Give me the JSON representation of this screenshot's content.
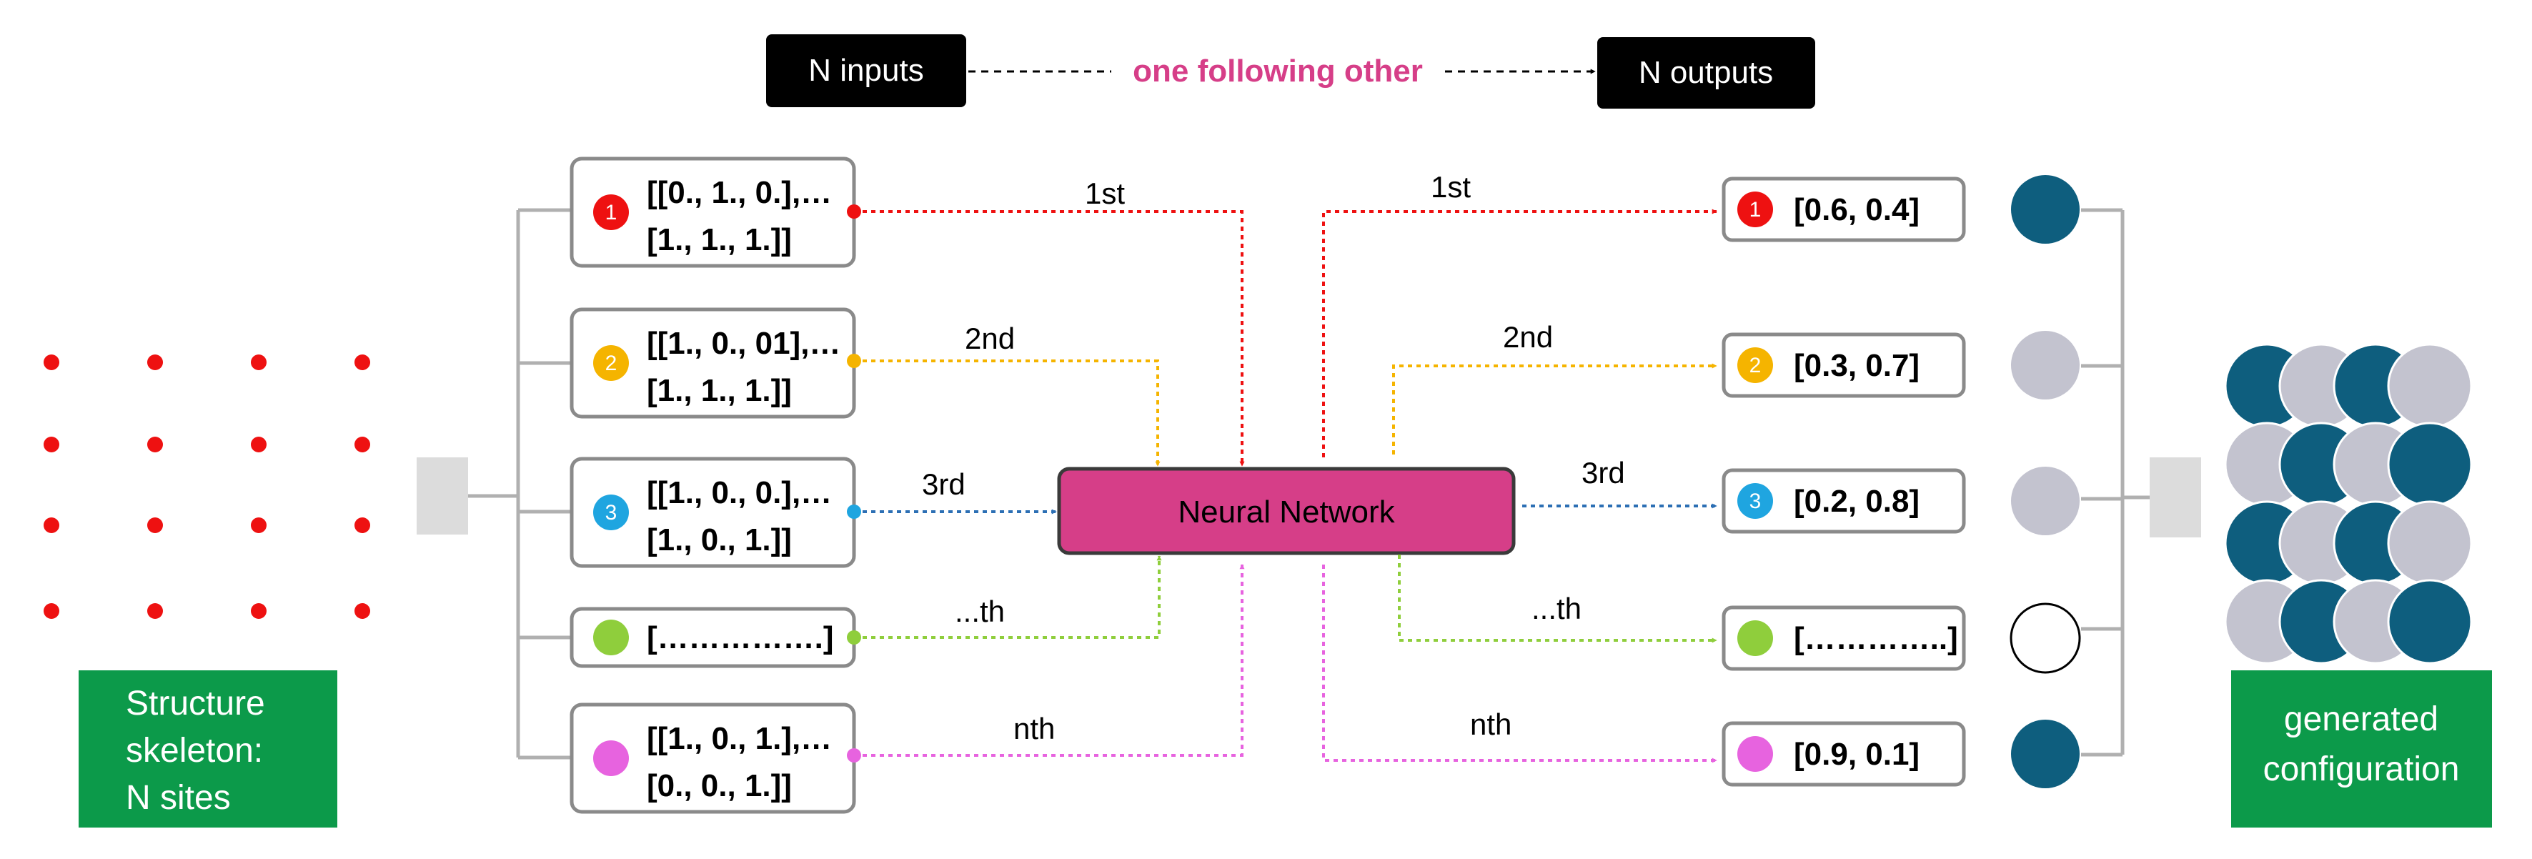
{
  "header": {
    "inputs_label": "N inputs",
    "middle_label": "one following other",
    "outputs_label": "N outputs"
  },
  "network_label": "Neural Network",
  "left_caption": [
    "Structure",
    "skeleton:",
    "N sites"
  ],
  "right_caption": [
    "generated",
    "configuration"
  ],
  "inputs": [
    {
      "marker": "1",
      "lines": [
        "[[0., 1., 0.],…",
        "[1., 1., 1.]]"
      ],
      "order": "1st",
      "color": "#ee1111"
    },
    {
      "marker": "2",
      "lines": [
        "[[1., 0., 01],…",
        "[1., 1., 1.]]"
      ],
      "order": "2nd",
      "color": "#f5b400"
    },
    {
      "marker": "3",
      "lines": [
        "[[1., 0., 0.],…",
        "[1., 0., 1.]]"
      ],
      "order": "3rd",
      "color": "#1fa5e0"
    },
    {
      "marker": "",
      "lines": [
        "[…………….]"
      ],
      "order": "...th",
      "color": "#8fce3c"
    },
    {
      "marker": "",
      "lines": [
        "[[1., 0., 1.],…",
        "[0., 0., 1.]]"
      ],
      "order": "nth",
      "color": "#e763df"
    }
  ],
  "outputs": [
    {
      "marker": "1",
      "value": "[0.6, 0.4]",
      "order": "1st",
      "color": "#ee1111",
      "site_color": "#0e5e7e"
    },
    {
      "marker": "2",
      "value": "[0.3, 0.7]",
      "order": "2nd",
      "color": "#f5b400",
      "site_color": "#c3c3cf"
    },
    {
      "marker": "3",
      "value": "[0.2, 0.8]",
      "order": "3rd",
      "color": "#1fa5e0",
      "site_color": "#c3c3cf"
    },
    {
      "marker": "",
      "value": "[…………..]",
      "order": "...th",
      "color": "#8fce3c",
      "site_color": "#ffffff"
    },
    {
      "marker": "",
      "value": "[0.9, 0.1]",
      "order": "nth",
      "color": "#e763df",
      "site_color": "#0e5e7e"
    }
  ],
  "site_grid": {
    "rows": 4,
    "cols": 4,
    "color": "#ee1111"
  },
  "configuration_grid": [
    [
      "teal",
      "grey",
      "teal",
      "grey"
    ],
    [
      "grey",
      "teal",
      "grey",
      "teal"
    ],
    [
      "teal",
      "grey",
      "teal",
      "grey"
    ],
    [
      "grey",
      "teal",
      "grey",
      "teal"
    ]
  ],
  "colors": {
    "network_fill": "#d63e88",
    "network_stroke": "#3a3a3a",
    "caption_fill": "#0c9a4a",
    "header_box": "#000000",
    "middle_text": "#d63e88",
    "box_stroke": "#8a8a8a",
    "bracket": "#b0b0b0",
    "teal": "#0e5e7e",
    "grey": "#c3c3cf"
  }
}
